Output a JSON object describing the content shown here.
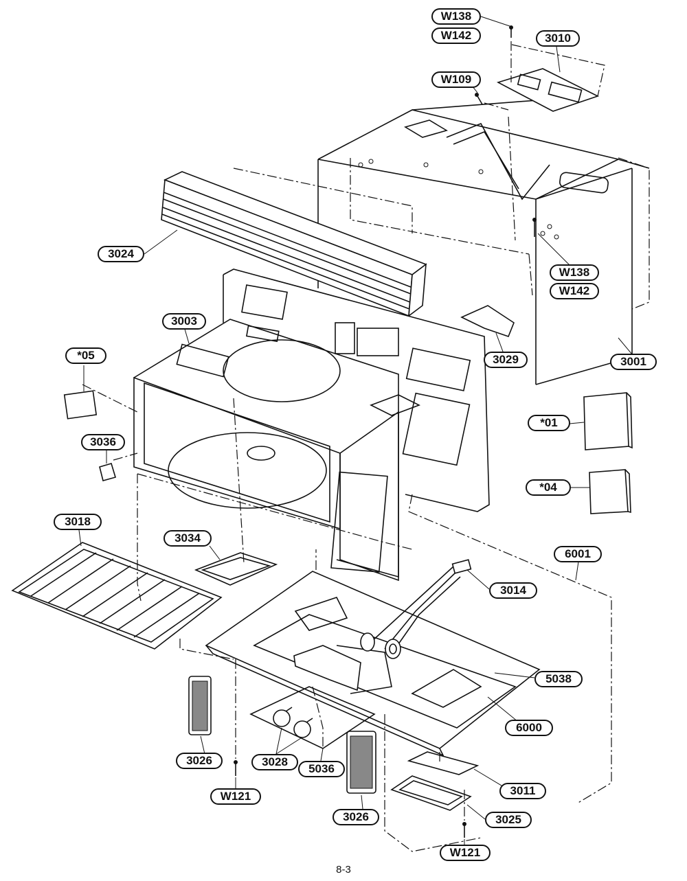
{
  "callouts": [
    {
      "id": "w138_top",
      "label": "W138"
    },
    {
      "id": "w142_top",
      "label": "W142"
    },
    {
      "id": "c3010",
      "label": "3010"
    },
    {
      "id": "w109",
      "label": "W109"
    },
    {
      "id": "c3024",
      "label": "3024"
    },
    {
      "id": "w138_mid",
      "label": "W138"
    },
    {
      "id": "w142_mid",
      "label": "W142"
    },
    {
      "id": "c3003",
      "label": "3003"
    },
    {
      "id": "s05",
      "label": "*05"
    },
    {
      "id": "c3029",
      "label": "3029"
    },
    {
      "id": "c3001",
      "label": "3001"
    },
    {
      "id": "s01",
      "label": "*01"
    },
    {
      "id": "c3036",
      "label": "3036"
    },
    {
      "id": "s04",
      "label": "*04"
    },
    {
      "id": "c3018",
      "label": "3018"
    },
    {
      "id": "c3034",
      "label": "3034"
    },
    {
      "id": "c6001",
      "label": "6001"
    },
    {
      "id": "c3014",
      "label": "3014"
    },
    {
      "id": "c5038",
      "label": "5038"
    },
    {
      "id": "c6000",
      "label": "6000"
    },
    {
      "id": "c3026_l",
      "label": "3026"
    },
    {
      "id": "c3028",
      "label": "3028"
    },
    {
      "id": "c5036",
      "label": "5036"
    },
    {
      "id": "c3011",
      "label": "3011"
    },
    {
      "id": "w121_l",
      "label": "W121"
    },
    {
      "id": "c3026_r",
      "label": "3026"
    },
    {
      "id": "c3025",
      "label": "3025"
    },
    {
      "id": "w121_r",
      "label": "W121"
    }
  ],
  "page_number": "8-3"
}
